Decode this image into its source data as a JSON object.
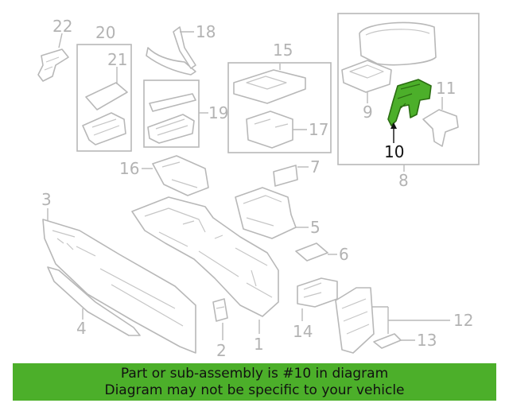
{
  "diagram": {
    "callouts": {
      "c1": "1",
      "c2": "2",
      "c3": "3",
      "c4": "4",
      "c5": "5",
      "c6": "6",
      "c7": "7",
      "c8": "8",
      "c9": "9",
      "c10": "10",
      "c11": "11",
      "c12": "12",
      "c13": "13",
      "c14": "14",
      "c15": "15",
      "c16": "16",
      "c17": "17",
      "c18": "18",
      "c19": "19",
      "c20": "20",
      "c21": "21",
      "c22": "22"
    },
    "highlighted_part": "10",
    "colors": {
      "highlight": "#4caf2a",
      "line_art": "#b8b8b8",
      "label": "#b3b3b3",
      "highlight_label": "#111111"
    }
  },
  "banner": {
    "line1": "Part or sub-assembly is #10 in diagram",
    "line2": "Diagram may not be specific to your vehicle"
  }
}
